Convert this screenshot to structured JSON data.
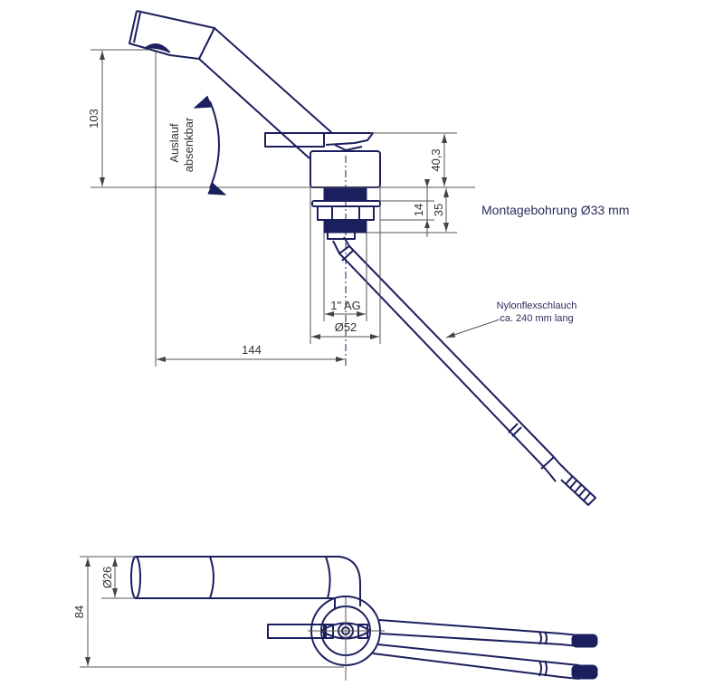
{
  "colors": {
    "part_line": "#1c1f5e",
    "dimension_line": "#555555"
  },
  "side_view": {
    "dimensions": {
      "spout_height": "103",
      "top_height": "40,3",
      "thread_14": "14",
      "thread_35": "35",
      "thread_size": "1\" AG",
      "base_diameter": "Ø52",
      "reach": "144"
    },
    "swivel_label_line1": "Auslauf",
    "swivel_label_line2": "absenkbar",
    "mounting_hole": "Montagebohrung Ø33 mm",
    "hose_label_line1": "Nylonflexschlauch",
    "hose_label_line2": "ca. 240 mm lang"
  },
  "top_view": {
    "dimensions": {
      "total_depth": "84",
      "spout_diameter": "Ø26"
    }
  }
}
